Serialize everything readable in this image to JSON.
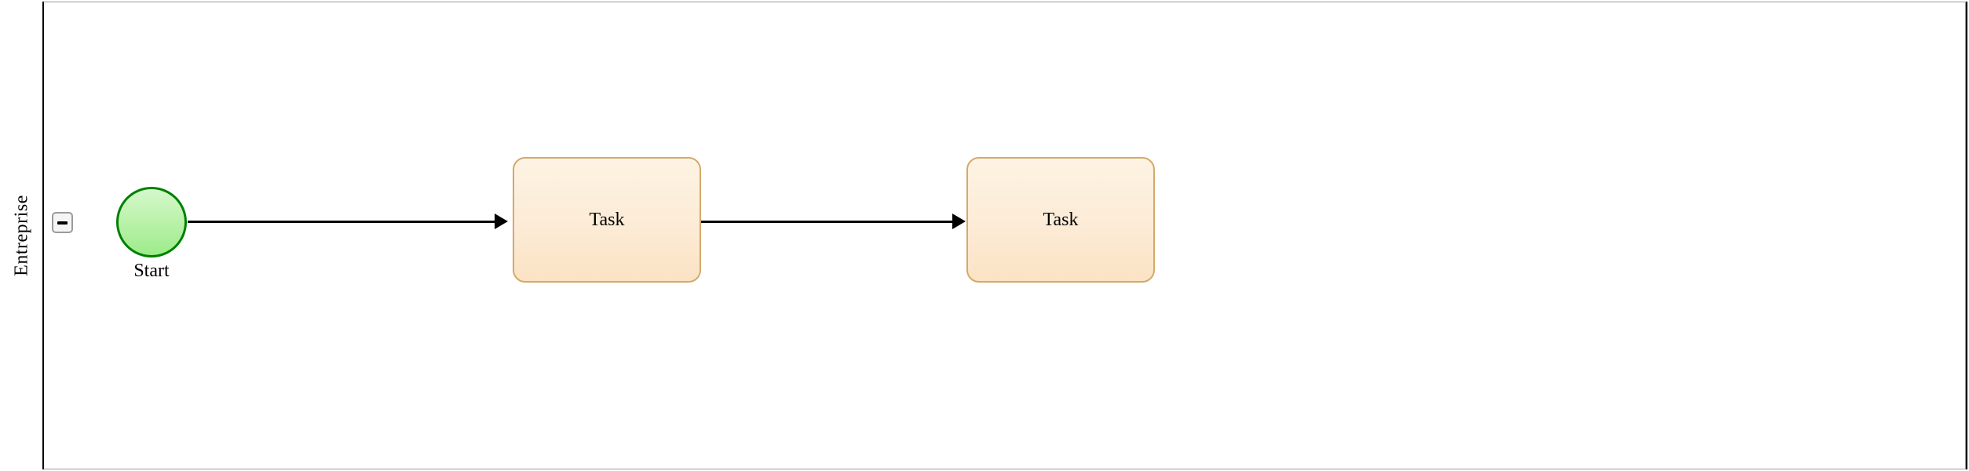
{
  "diagram": {
    "type": "bpmn-lane-diagram",
    "background_color": "#ffffff",
    "frame_border_color": "#000000"
  },
  "pool": {
    "lane": {
      "label": "Entreprise",
      "label_orientation": "vertical-rotated-90ccw",
      "header_border_color": "#000000",
      "body_border_color": "#9a9a9a"
    },
    "collapse_button": {
      "icon": "minus-icon",
      "state": "expanded",
      "border_color": "#9b9b9b",
      "fill_color": "#f5f5f5",
      "glyph_color": "#000000"
    }
  },
  "nodes": {
    "start_event": {
      "label": "Start",
      "shape": "circle",
      "border_color": "#008000",
      "fill_top": "#d4f8cc",
      "fill_bottom": "#9cec8a"
    },
    "tasks": [
      {
        "id": "task-1",
        "label": "Task",
        "shape": "rounded-rectangle",
        "border_color": "#d4a96a",
        "fill_top": "#fdf3e2",
        "fill_bottom": "#fbe3c4"
      },
      {
        "id": "task-2",
        "label": "Task",
        "shape": "rounded-rectangle",
        "border_color": "#d4a96a",
        "fill_top": "#fdf3e2",
        "fill_bottom": "#fbe3c4"
      }
    ]
  },
  "flows": [
    {
      "id": "flow-1",
      "from": "start_event",
      "to": "task-1",
      "label": "",
      "line_color": "#000000",
      "arrowhead": "filled-triangle"
    },
    {
      "id": "flow-2",
      "from": "task-1",
      "to": "task-2",
      "label": "",
      "line_color": "#000000",
      "arrowhead": "filled-triangle"
    }
  ]
}
